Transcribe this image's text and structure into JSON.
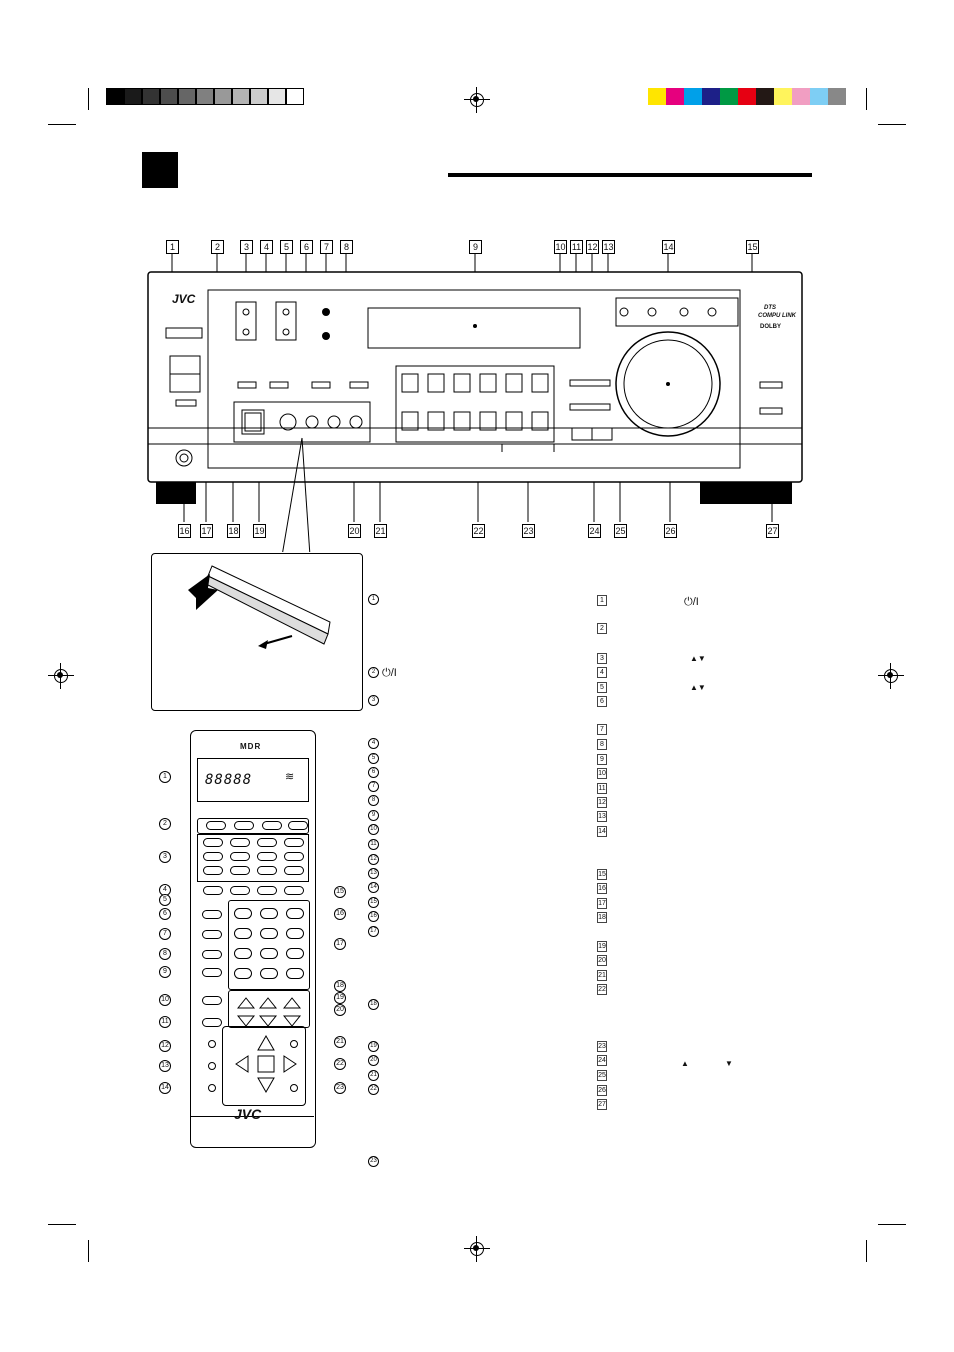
{
  "brand": "JVC",
  "remote_brand": "JVC",
  "remote_badge": "MDR",
  "panel_logo_lines": [
    "DTS",
    "COMPU LINK"
  ],
  "panel_logo_lower": "DOLBY",
  "front_panel_callouts": [
    "1",
    "2",
    "3",
    "4",
    "5",
    "6",
    "7",
    "8",
    "9",
    "10",
    "11",
    "12",
    "13",
    "14",
    "15",
    "16",
    "17",
    "18",
    "19",
    "20",
    "21",
    "22",
    "23",
    "24",
    "25",
    "26",
    "27"
  ],
  "remote_callouts": [
    "1",
    "2",
    "3",
    "4",
    "5",
    "6",
    "7",
    "8",
    "9",
    "10",
    "11",
    "12",
    "13",
    "14",
    "15",
    "16",
    "17",
    "18",
    "19",
    "20",
    "21",
    "22",
    "23"
  ],
  "left_list_markers": [
    "1",
    "2",
    "3",
    "4",
    "5",
    "6",
    "7",
    "8",
    "9",
    "10",
    "11",
    "12",
    "13",
    "14",
    "15",
    "16",
    "17",
    "18",
    "19",
    "20",
    "21",
    "22",
    "23"
  ],
  "right_list_markers": [
    "1",
    "2",
    "3",
    "4",
    "5",
    "6",
    "7",
    "8",
    "9",
    "10",
    "11",
    "12",
    "13",
    "14",
    "15",
    "16",
    "17",
    "18",
    "19",
    "20",
    "21",
    "22",
    "23",
    "24",
    "25",
    "26",
    "27"
  ],
  "symbols": {
    "power": "⏻/I",
    "up_down": "▲▼",
    "up": "▲",
    "down": "▼"
  },
  "remote_display_digits": "88888",
  "colors": {
    "swatch_gray": [
      "#000000",
      "#1a1a1a",
      "#333333",
      "#4d4d4d",
      "#666666",
      "#808080",
      "#999999",
      "#b3b3b3",
      "#cccccc",
      "#e6e6e6",
      "#ffffff"
    ],
    "swatch_color": [
      "#ffe500",
      "#e6007e",
      "#00a0e9",
      "#1d2088",
      "#009944",
      "#e60012",
      "#231815",
      "#fff45c",
      "#f19ec2",
      "#7ecef4",
      "#888888"
    ]
  }
}
